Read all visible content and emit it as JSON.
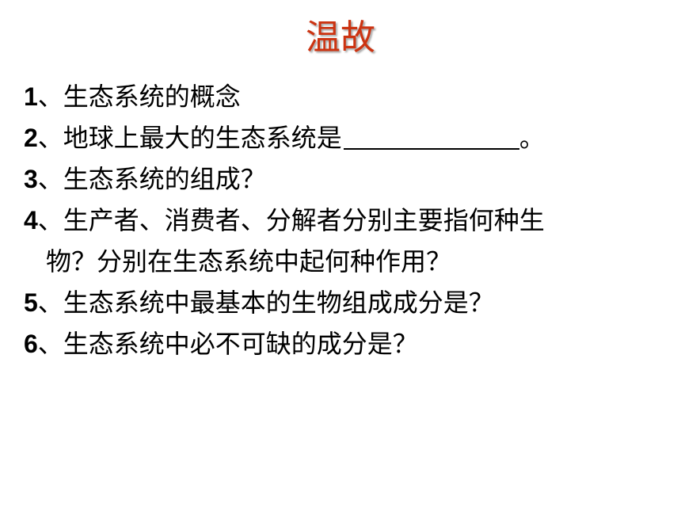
{
  "title": "温故",
  "questions": [
    {
      "number": "1",
      "text": "、生态系统的概念"
    },
    {
      "number": "2",
      "text": "、地球上最大的生态系统是",
      "suffix": "。"
    },
    {
      "number": "3",
      "text": "、生态系统的组成？"
    },
    {
      "number": "4",
      "text": "、生产者、消费者、分解者分别主要指何种生",
      "continuation": "物？分别在生态系统中起何种作用？"
    },
    {
      "number": "5",
      "text": "、生态系统中最基本的生物组成成分是？"
    },
    {
      "number": "6",
      "text": "、生态系统中必不可缺的成分是？"
    }
  ],
  "colors": {
    "title": "#cc3311",
    "text": "#000000",
    "background": "#ffffff"
  }
}
